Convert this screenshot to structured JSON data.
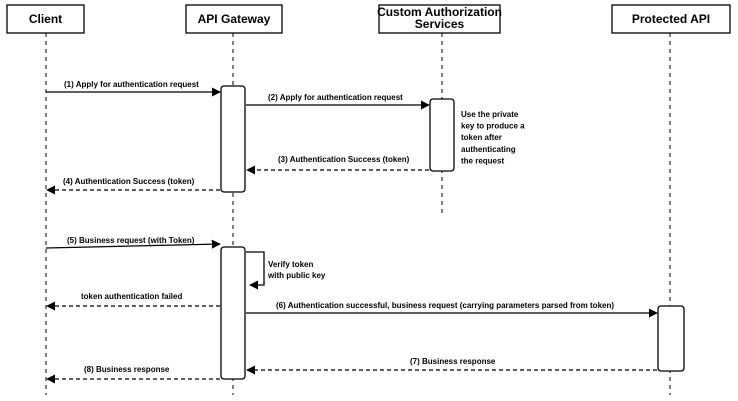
{
  "participants": [
    {
      "id": "client",
      "label": [
        "Client"
      ]
    },
    {
      "id": "gateway",
      "label": [
        "API Gateway"
      ]
    },
    {
      "id": "auth",
      "label": [
        "Custom Authorization",
        "Services"
      ]
    },
    {
      "id": "api",
      "label": [
        "Protected API"
      ]
    }
  ],
  "messages": [
    {
      "id": "m1",
      "from": "client",
      "to": "gateway",
      "style": "solid",
      "label": "(1) Apply for authentication request"
    },
    {
      "id": "m2",
      "from": "gateway",
      "to": "auth",
      "style": "solid",
      "label": "(2) Apply for authentication request"
    },
    {
      "id": "m3",
      "from": "auth",
      "to": "gateway",
      "style": "dashed",
      "label": "(3) Authentication Success (token)"
    },
    {
      "id": "m4",
      "from": "gateway",
      "to": "client",
      "style": "dashed",
      "label": "(4) Authentication Success (token)"
    },
    {
      "id": "m5",
      "from": "client",
      "to": "gateway",
      "style": "solid",
      "label": "(5) Business request (with Token)"
    },
    {
      "id": "m_self",
      "from": "gateway",
      "to": "gateway",
      "style": "solid",
      "label": [
        "Verify token",
        "with public key"
      ]
    },
    {
      "id": "m_fail",
      "from": "gateway",
      "to": "client",
      "style": "dashed",
      "label": "token authentication failed"
    },
    {
      "id": "m6",
      "from": "gateway",
      "to": "api",
      "style": "solid",
      "label": "(6) Authentication successful, business request (carrying parameters parsed from token)"
    },
    {
      "id": "m7",
      "from": "api",
      "to": "gateway",
      "style": "dashed",
      "label": "(7) Business response"
    },
    {
      "id": "m8",
      "from": "gateway",
      "to": "client",
      "style": "dashed",
      "label": "(8) Business response"
    }
  ],
  "notes": [
    {
      "id": "auth_note",
      "participant": "auth",
      "text": [
        "Use the private",
        "key to produce a",
        "token after",
        "authenticating",
        "the request"
      ]
    }
  ]
}
